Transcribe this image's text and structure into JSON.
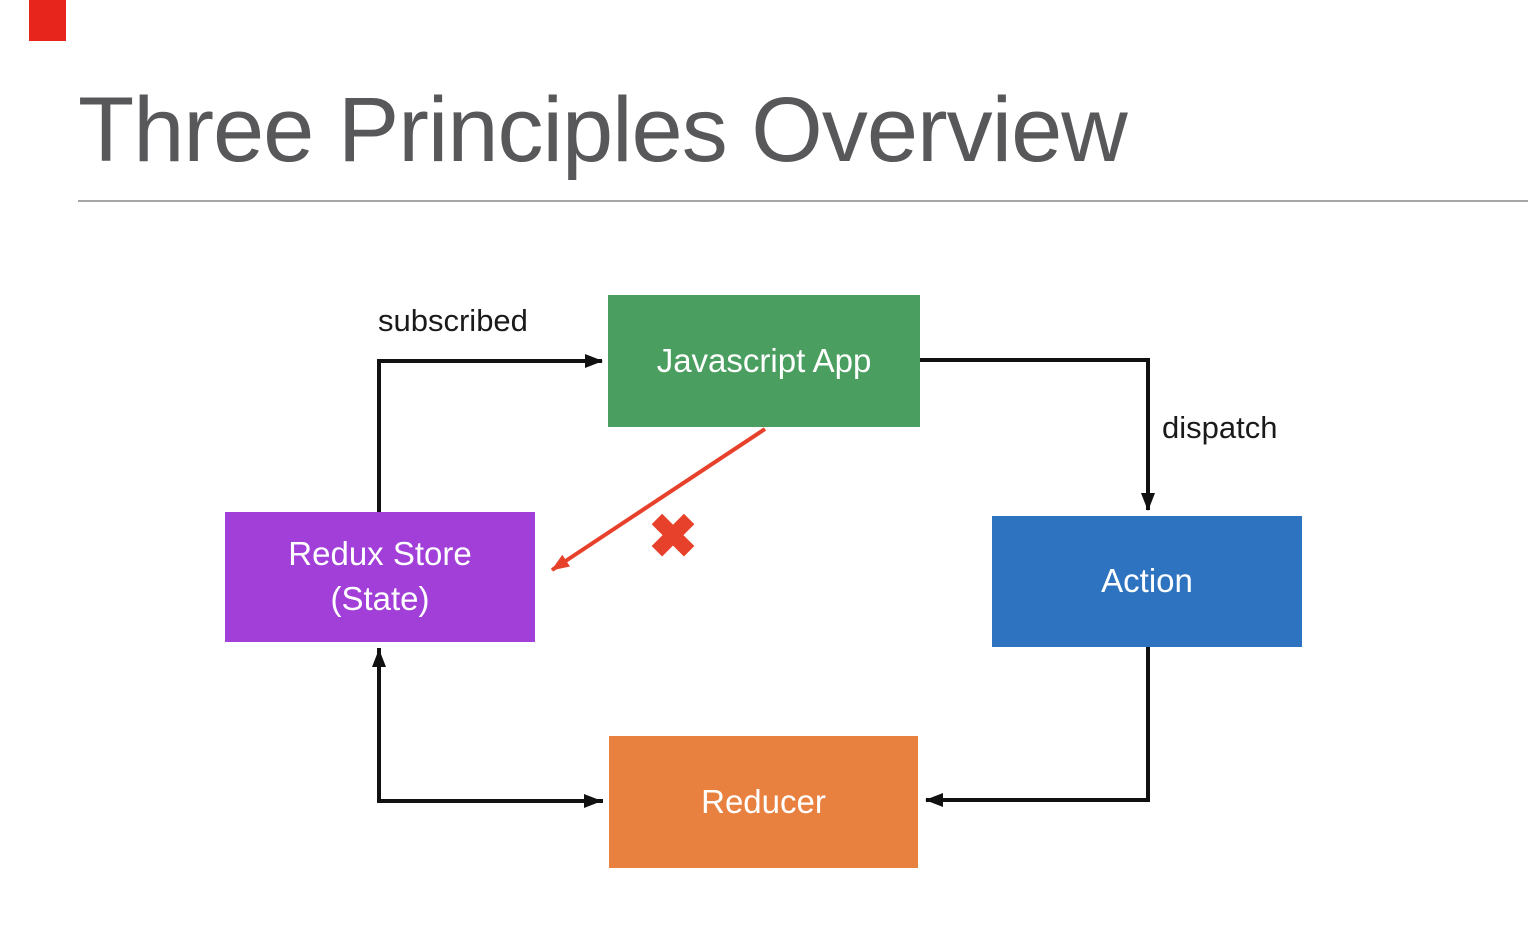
{
  "slide": {
    "title": "Three Principles Overview",
    "title_color": "#58585b",
    "rule_color": "#a6a6a6",
    "background": "#ffffff"
  },
  "decor": {
    "red_corner_color": "#e8251c"
  },
  "diagram": {
    "nodes": {
      "javascript_app": {
        "label": "Javascript App",
        "color": "#4a9e60"
      },
      "redux_store": {
        "label_line1": "Redux Store",
        "label_line2": "(State)",
        "color": "#a13fd8"
      },
      "action": {
        "label": "Action",
        "color": "#2e73c0"
      },
      "reducer": {
        "label": "Reducer",
        "color": "#e8803f"
      }
    },
    "edge_labels": {
      "subscribed": "subscribed",
      "dispatch": "dispatch"
    },
    "arrow_color": "#111111",
    "forbidden_link": {
      "color": "#e8412b",
      "x_mark": "✖"
    }
  }
}
